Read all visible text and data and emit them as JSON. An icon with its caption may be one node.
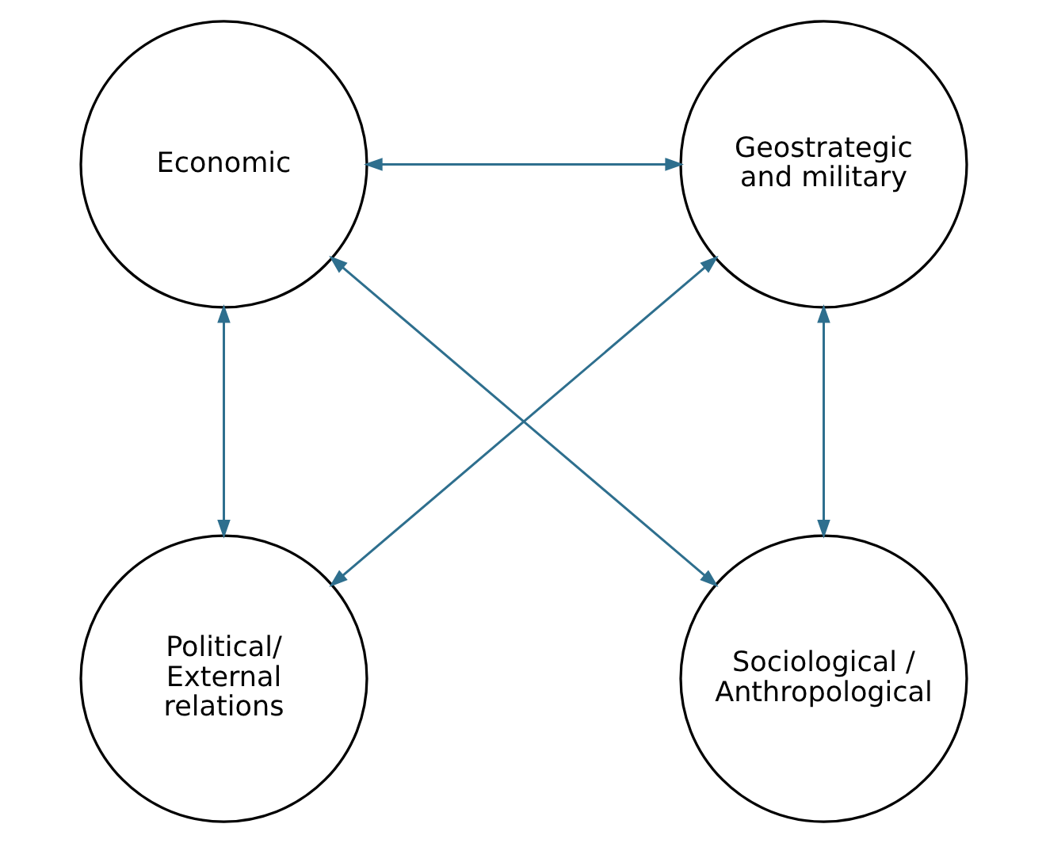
{
  "diagram": {
    "nodes": [
      {
        "text": [
          "Economic"
        ]
      },
      {
        "text": [
          "Geostrategic and military"
        ]
      },
      {
        "text": [
          "Political/ External relations"
        ]
      },
      {
        "text": [
          "Sociological / Anthropological"
        ]
      }
    ],
    "edges": [
      {
        "from": 0,
        "to": 1,
        "arrow": "both"
      },
      {
        "from": 0,
        "to": 2,
        "arrow": "both"
      },
      {
        "from": 1,
        "to": 3,
        "arrow": "both"
      },
      {
        "from": 0,
        "to": 3,
        "arrow": "both"
      },
      {
        "from": 1,
        "to": 2,
        "arrow": "both"
      }
    ]
  }
}
